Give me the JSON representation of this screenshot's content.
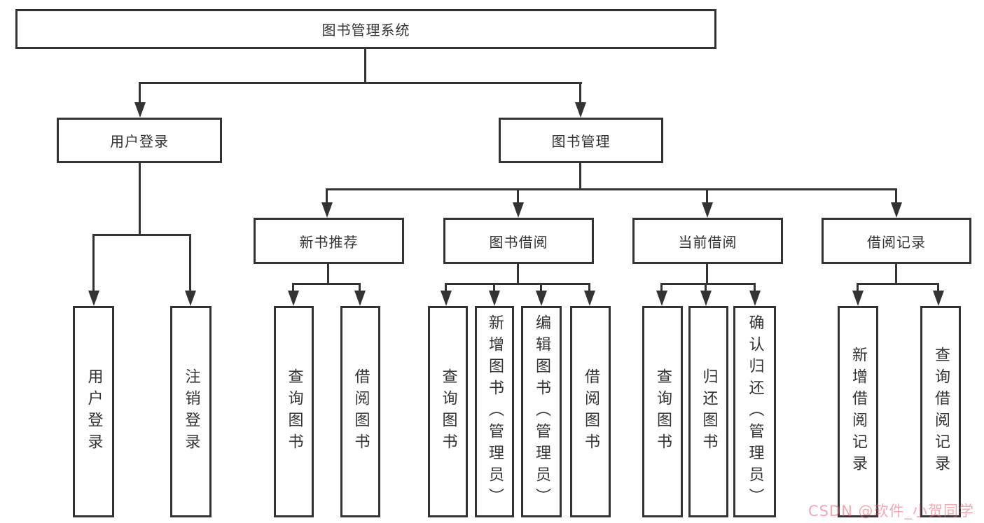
{
  "diagram": {
    "root": {
      "label": "图书管理系统",
      "children": [
        {
          "label": "用户登录",
          "children": [
            "用户登录",
            "注销登录"
          ]
        },
        {
          "label": "图书管理",
          "children": [
            {
              "label": "新书推荐",
              "children": [
                "查询图书",
                "借阅图书"
              ]
            },
            {
              "label": "图书借阅",
              "children": [
                "查询图书",
                "新增图书（管理员）",
                "编辑图书（管理员）",
                "借阅图书"
              ]
            },
            {
              "label": "当前借阅",
              "children": [
                "查询图书",
                "归还图书",
                "确认归还（管理员）"
              ]
            },
            {
              "label": "借阅记录",
              "children": [
                "新增借阅记录",
                "查询借阅记录"
              ]
            }
          ]
        }
      ]
    }
  },
  "watermark": {
    "text": "CSDN @软件_小贺同学"
  },
  "colors": {
    "line": "#333333",
    "text": "#333333",
    "watermark": "rgba(233,95,112,0.55)",
    "background": "#ffffff"
  }
}
